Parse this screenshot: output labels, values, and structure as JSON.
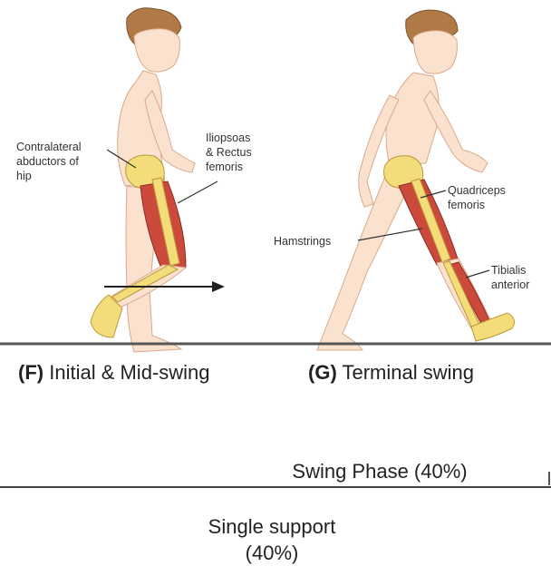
{
  "figure_f": {
    "panel_letter": "(F)",
    "caption": "Initial & Mid-swing",
    "labels": {
      "abductors_line1": "Contralateral",
      "abductors_line2": "abductors of",
      "abductors_line3": "hip",
      "iliopsoas_line1": "Iliopsoas",
      "iliopsoas_line2": "& Rectus",
      "iliopsoas_line3": "femoris"
    }
  },
  "figure_g": {
    "panel_letter": "(G)",
    "caption": "Terminal swing",
    "labels": {
      "quadriceps_line1": "Quadriceps",
      "quadriceps_line2": "femoris",
      "hamstrings": "Hamstrings",
      "tibialis_line1": "Tibialis",
      "tibialis_line2": "anterior"
    }
  },
  "swing_phase_label": "Swing Phase (40%)",
  "single_support_line1": "Single support",
  "single_support_line2": "(40%)",
  "colors": {
    "skin": "#fbe2cf",
    "skin_stroke": "#d9a88a",
    "hair": "#b07a46",
    "muscle": "#cc4a3c",
    "bone": "#f4dc7a",
    "ground": "#555555"
  }
}
